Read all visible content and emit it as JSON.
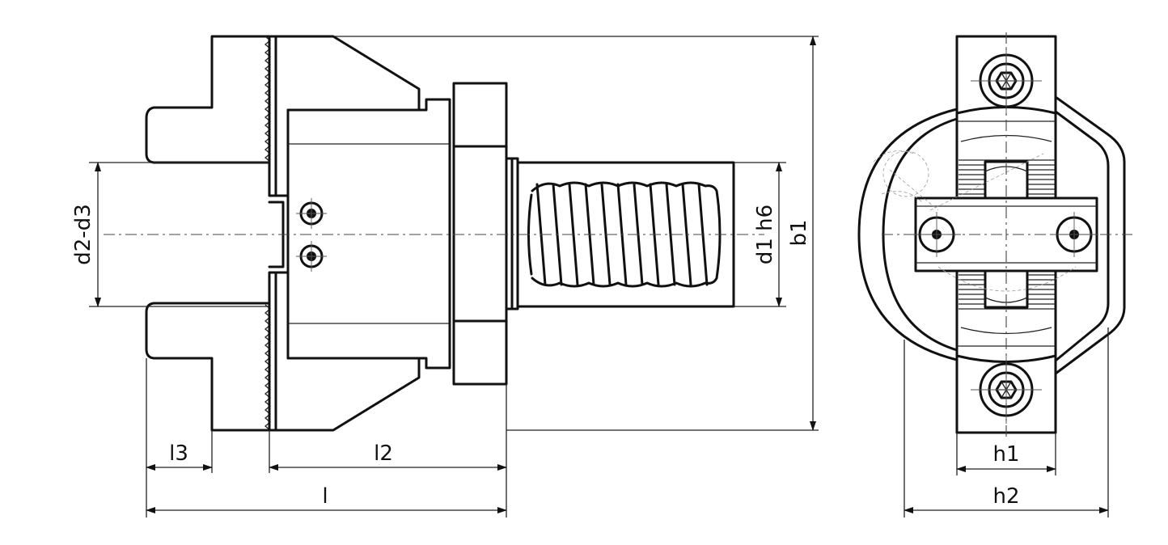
{
  "labels": {
    "d2_d3": "d2-d3",
    "d1_h6": "d1 h6",
    "b1": "b1",
    "l3": "l3",
    "l2": "l2",
    "l": "l",
    "h1": "h1",
    "h2": "h2"
  },
  "colors": {
    "line": "#111111",
    "background": "#ffffff"
  }
}
